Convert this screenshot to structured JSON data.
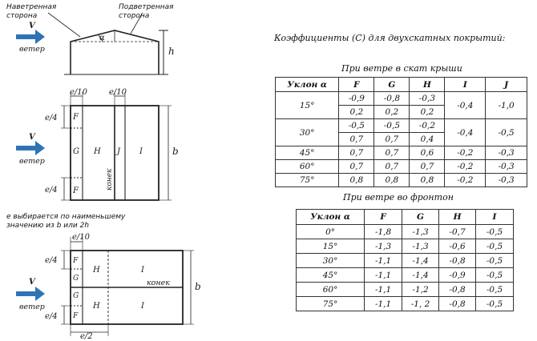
{
  "diagram": {
    "windward": "Наветренная\nсторона",
    "leeward": "Подветренная\nсторона",
    "wind_v": "V",
    "wind_word": "ветер",
    "alpha": "α",
    "h": "h",
    "b": "b",
    "e10": "e/10",
    "e4": "e/4",
    "e2": "e/2",
    "F": "F",
    "G": "G",
    "H": "H",
    "I": "I",
    "J": "J",
    "ridge": "конек",
    "note": "e выбирается по наименьшему\nзначению из b или 2h",
    "colors": {
      "arrow": "#2e74b5",
      "line": "#222222"
    }
  },
  "tables": {
    "title": "Коэффициенты  (С)  для двухскатных покрытий:",
    "roof": {
      "subtitle": "При ветре в скат крыши",
      "headers": [
        "Уклон α",
        "F",
        "G",
        "H",
        "I",
        "J"
      ],
      "rows": [
        {
          "slope": "15°",
          "F": [
            "-0,9",
            "0,2"
          ],
          "G": [
            "-0,8",
            "0,2"
          ],
          "H": [
            "-0,3",
            "0,2"
          ],
          "I": "-0,4",
          "J": "-1,0"
        },
        {
          "slope": "30°",
          "F": [
            "-0,5",
            "0,7"
          ],
          "G": [
            "-0,5",
            "0,7"
          ],
          "H": [
            "-0,2",
            "0,4"
          ],
          "I": "-0,4",
          "J": "-0,5"
        },
        {
          "slope": "45°",
          "F": [
            "0,7"
          ],
          "G": [
            "0,7"
          ],
          "H": [
            "0,6"
          ],
          "I": "-0,2",
          "J": "-0,3"
        },
        {
          "slope": "60°",
          "F": [
            "0,7"
          ],
          "G": [
            "0,7"
          ],
          "H": [
            "0,7"
          ],
          "I": "-0,2",
          "J": "-0,3"
        },
        {
          "slope": "75°",
          "F": [
            "0,8"
          ],
          "G": [
            "0,8"
          ],
          "H": [
            "0,8"
          ],
          "I": "-0,2",
          "J": "-0,3"
        }
      ]
    },
    "gable": {
      "subtitle": "При ветре во фронтон",
      "headers": [
        "Уклон α",
        "F",
        "G",
        "H",
        "I"
      ],
      "rows": [
        [
          "0°",
          "-1,8",
          "-1,3",
          "-0,7",
          "-0,5"
        ],
        [
          "15°",
          "-1,3",
          "-1,3",
          "-0,6",
          "-0,5"
        ],
        [
          "30°",
          "-1,1",
          "-1,4",
          "-0,8",
          "-0,5"
        ],
        [
          "45°",
          "-1,1",
          "-1,4",
          "-0,9",
          "-0,5"
        ],
        [
          "60°",
          "-1,1",
          "-1,2",
          "-0,8",
          "-0,5"
        ],
        [
          "75°",
          "-1,1",
          "-1, 2",
          "-0,8",
          "-0,5"
        ]
      ]
    }
  }
}
